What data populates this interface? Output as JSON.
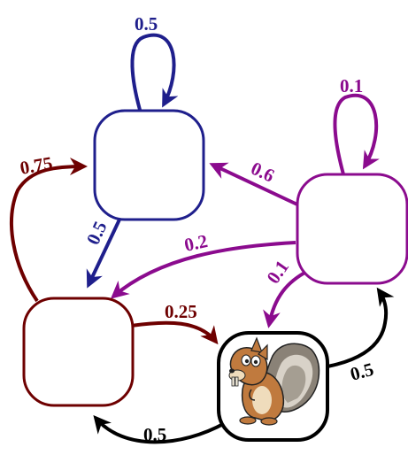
{
  "colors": {
    "blue": "#1f1f8c",
    "purple": "#8b0b8e",
    "dark_red": "#6e0000",
    "black": "#000000",
    "white": "#ffffff"
  },
  "states": [
    {
      "id": "blue",
      "color": "blue",
      "label": ""
    },
    {
      "id": "purple",
      "color": "purple",
      "label": ""
    },
    {
      "id": "red",
      "color": "dark_red",
      "label": ""
    },
    {
      "id": "squirrel",
      "color": "black",
      "label": "",
      "icon": "squirrel-icon"
    }
  ],
  "transitions": [
    {
      "from": "blue",
      "to": "blue",
      "label": "0.5",
      "color": "blue"
    },
    {
      "from": "blue",
      "to": "red",
      "label": "0.5",
      "color": "blue"
    },
    {
      "from": "purple",
      "to": "purple",
      "label": "0.1",
      "color": "purple"
    },
    {
      "from": "purple",
      "to": "blue",
      "label": "0.6",
      "color": "purple"
    },
    {
      "from": "purple",
      "to": "red",
      "label": "0.2",
      "color": "purple"
    },
    {
      "from": "purple",
      "to": "squirrel",
      "label": "0.1",
      "color": "purple"
    },
    {
      "from": "red",
      "to": "blue",
      "label": "0.75",
      "color": "dark_red"
    },
    {
      "from": "red",
      "to": "squirrel",
      "label": "0.25",
      "color": "dark_red"
    },
    {
      "from": "squirrel",
      "to": "purple",
      "label": "0.5",
      "color": "black"
    },
    {
      "from": "squirrel",
      "to": "red",
      "label": "0.5",
      "color": "black"
    }
  ]
}
